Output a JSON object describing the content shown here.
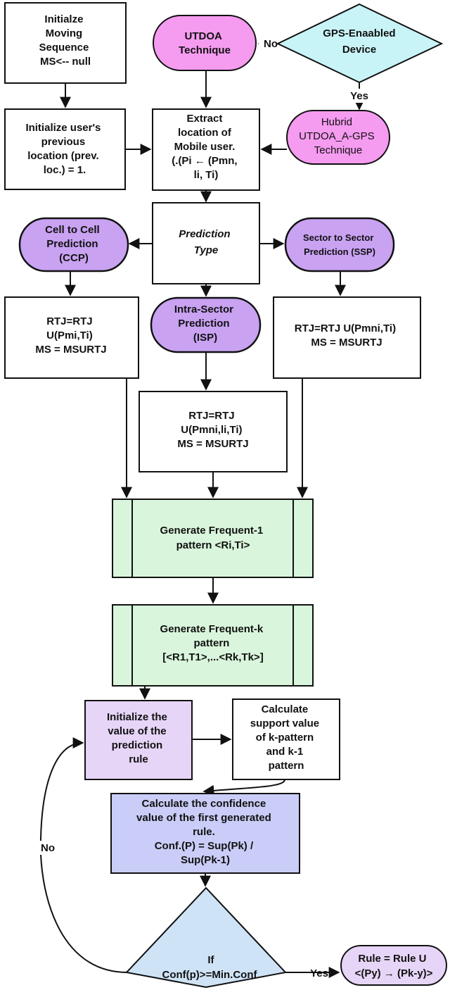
{
  "nodes": {
    "init_ms": [
      "Initialze",
      "Moving",
      "Sequence",
      "MS<-- null"
    ],
    "utdoa": [
      "UTDOA",
      "Technique"
    ],
    "gps_device": [
      "GPS-Enaabled",
      "Device"
    ],
    "init_prev": [
      "Initialize user's",
      "previous",
      "location (prev.",
      "loc.) = 1."
    ],
    "extract_loc": [
      "Extract",
      "location of",
      "Mobile user.",
      "(.(Pi ← (Pmn,",
      "li, Ti)"
    ],
    "hybrid": [
      "Hubrid",
      "UTDOA_A-GPS",
      "Technique"
    ],
    "prediction_type": [
      "Prediction",
      "Type"
    ],
    "ccp": [
      "Cell to Cell",
      "Prediction",
      "(CCP)"
    ],
    "ssp": [
      "Sector to Sector",
      "Prediction (SSP)"
    ],
    "ccp_rtj": [
      "RTJ=RTJ",
      "U(Pmi,Ti)",
      "MS = MSURTJ"
    ],
    "isp": [
      "Intra-Sector",
      "Prediction",
      "(ISP)"
    ],
    "ssp_rtj": [
      "RTJ=RTJ U(Pmni,Ti)",
      "MS = MSURTJ"
    ],
    "isp_rtj": [
      "RTJ=RTJ",
      "U(Pmni,li,Ti)",
      "MS = MSURTJ"
    ],
    "freq1": [
      "Generate Frequent-1",
      "pattern <Ri,Ti>"
    ],
    "freqk": [
      "Generate Frequent-k",
      "pattern",
      "[<R1,T1>,...<Rk,Tk>]"
    ],
    "init_rule": [
      "Initialize the",
      "value of the",
      "prediction",
      "rule"
    ],
    "calc_support": [
      "Calculate",
      "support value",
      "of k-pattern",
      "and k-1",
      "pattern"
    ],
    "calc_conf": [
      "Calculate the confidence",
      "value of the first generated",
      "rule.",
      "Conf.(P) = Sup(Pk) /",
      "Sup(Pk-1)"
    ],
    "decision_conf": [
      "If",
      "Conf(p)>=Min.Conf"
    ],
    "rule_result": [
      "Rule = Rule U",
      "<(Py) → (Pk-y)>"
    ]
  },
  "edge_labels": {
    "gps_no": "No",
    "gps_yes": "Yes",
    "conf_no": "No",
    "conf_yes": "Yes"
  },
  "colors": {
    "pink": "#f59bf0",
    "cyan": "#c9f4f7",
    "purple": "#c9a2f2",
    "green": "#d9f6dc",
    "lavender": "#e6d5f7",
    "blue": "#c9cdf7",
    "decision_blue": "#cfe3f7"
  }
}
